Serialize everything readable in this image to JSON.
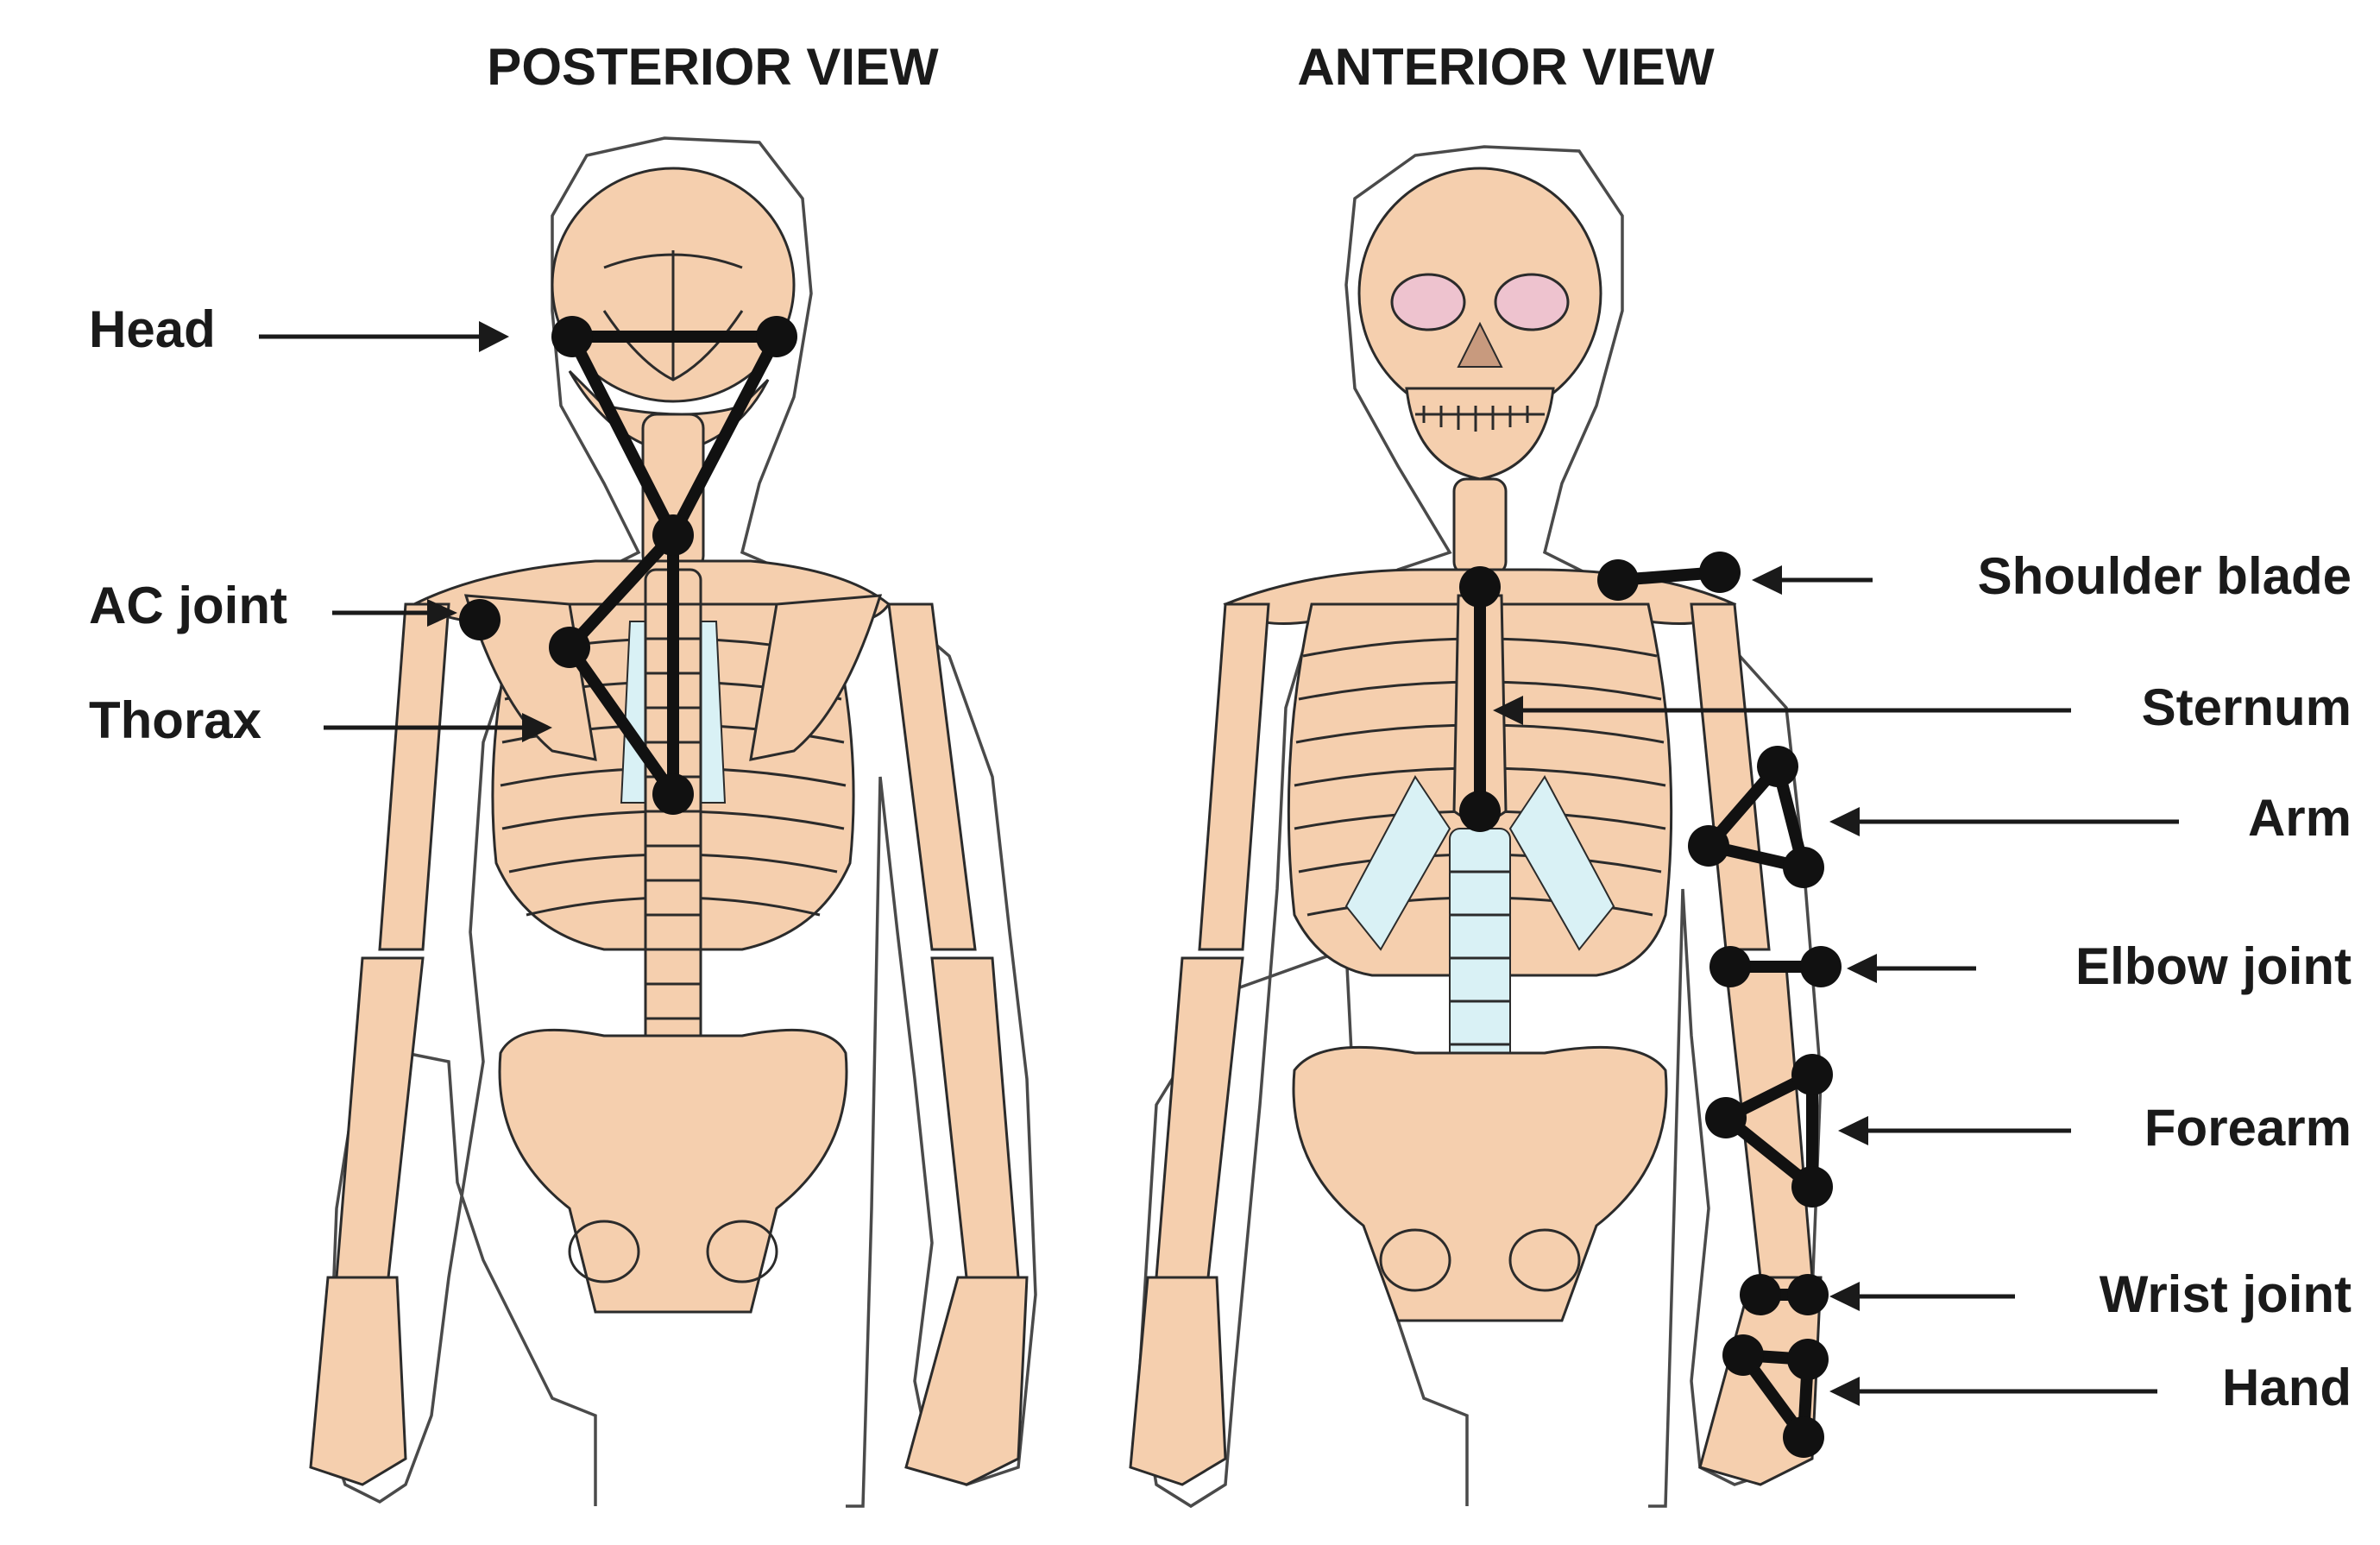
{
  "titles": {
    "posterior": "POSTERIOR VIEW",
    "anterior": "ANTERIOR VIEW"
  },
  "labels": {
    "head": "Head",
    "ac_joint": "AC joint",
    "thorax": "Thorax",
    "shoulder_blade": "Shoulder blade",
    "sternum": "Sternum",
    "arm": "Arm",
    "elbow_joint": "Elbow joint",
    "forearm": "Forearm",
    "wrist_joint": "Wrist joint",
    "hand": "Hand"
  },
  "colors": {
    "bone": "#f5cfae",
    "cartilage": "#d9f1f5",
    "marker": "#111111",
    "outline": "#4a4a4a"
  }
}
